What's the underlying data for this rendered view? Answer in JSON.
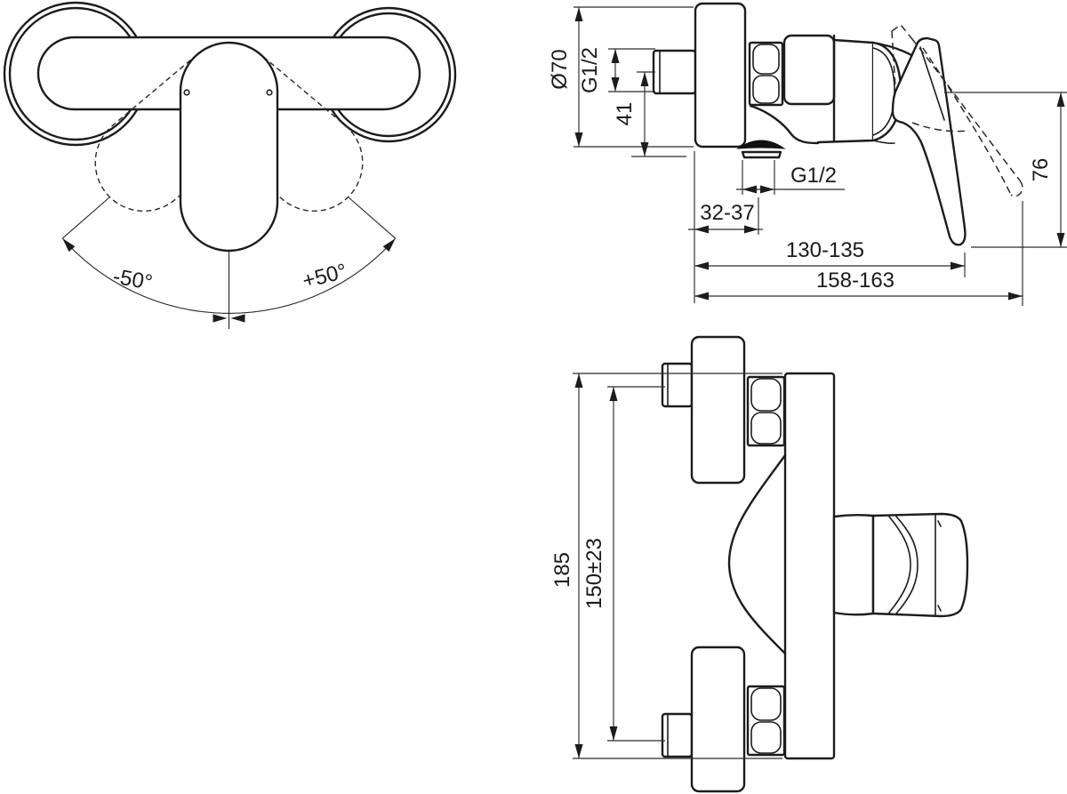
{
  "drawing": {
    "background_color": "#ffffff",
    "line_color": "#1c1c1c",
    "dimension_color": "#2b2b2b",
    "views": {
      "front_view": {
        "angle_left_label": "-50°",
        "angle_right_label": "+50°"
      },
      "side_view": {
        "rosette_diameter_label": "Ø70",
        "inlet_thread_label": "G1/2",
        "inlet_offset_label": "41",
        "outlet_thread_label": "G1/2",
        "wall_to_outlet_label": "32-37",
        "wall_to_handle_label": "130-135",
        "total_depth_label": "158-163",
        "handle_drop_label": "76"
      },
      "profile_view": {
        "overall_height_label": "185",
        "connection_pitch_label": "150±23"
      }
    }
  }
}
